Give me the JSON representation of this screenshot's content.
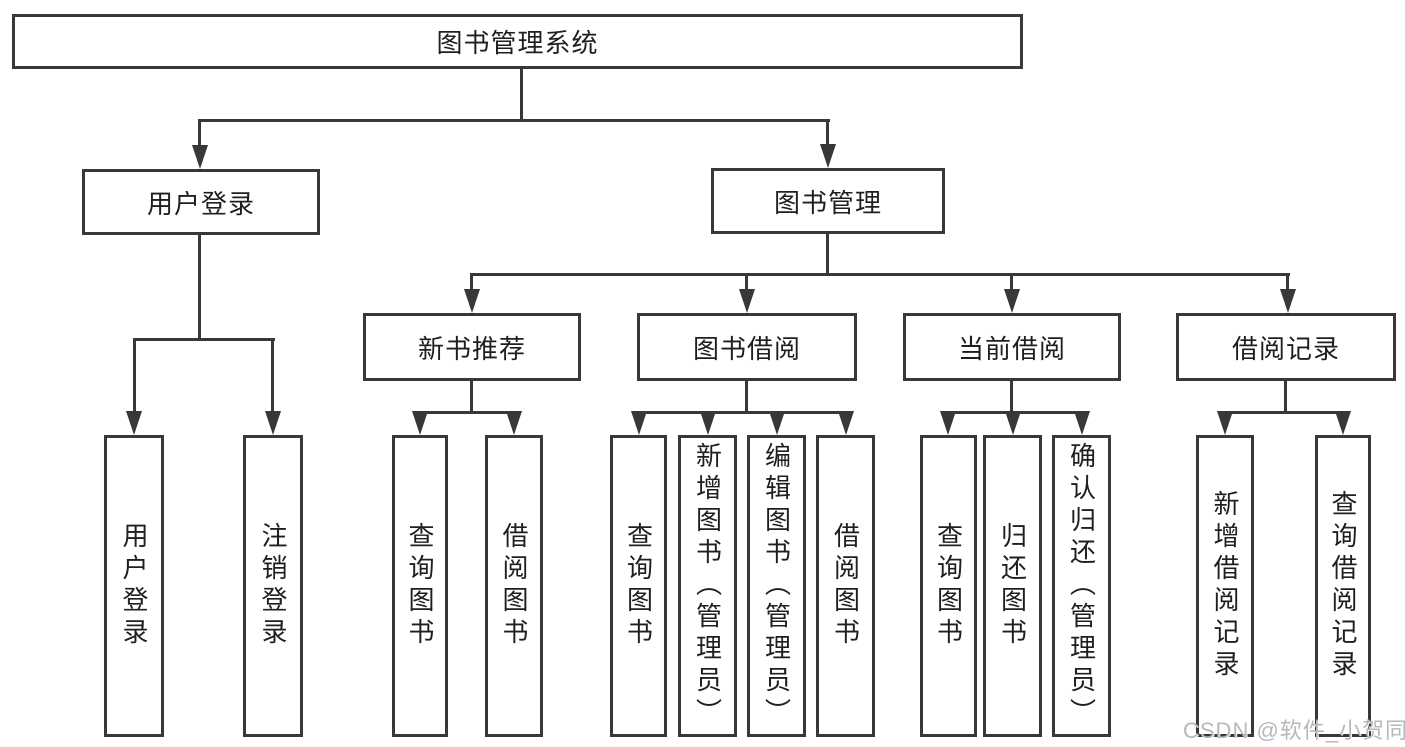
{
  "tree": {
    "root": "图书管理系统",
    "branches": [
      {
        "label": "用户登录",
        "children": [
          "用户登录",
          "注销登录"
        ]
      },
      {
        "label": "图书管理",
        "children": [
          {
            "label": "新书推荐",
            "children": [
              "查询图书",
              "借阅图书"
            ]
          },
          {
            "label": "图书借阅",
            "children": [
              "查询图书",
              "新增图书（管理员）",
              "编辑图书（管理员）",
              "借阅图书"
            ]
          },
          {
            "label": "当前借阅",
            "children": [
              "查询图书",
              "归还图书",
              "确认归还（管理员）"
            ]
          },
          {
            "label": "借阅记录",
            "children": [
              "新增借阅记录",
              "查询借阅记录"
            ]
          }
        ]
      }
    ]
  },
  "watermark": "CSDN @软件_小贺同学",
  "colors": {
    "line": "#383838",
    "text": "#1f1f1f",
    "watermark": "#b5b9bc",
    "background": "#ffffff"
  }
}
